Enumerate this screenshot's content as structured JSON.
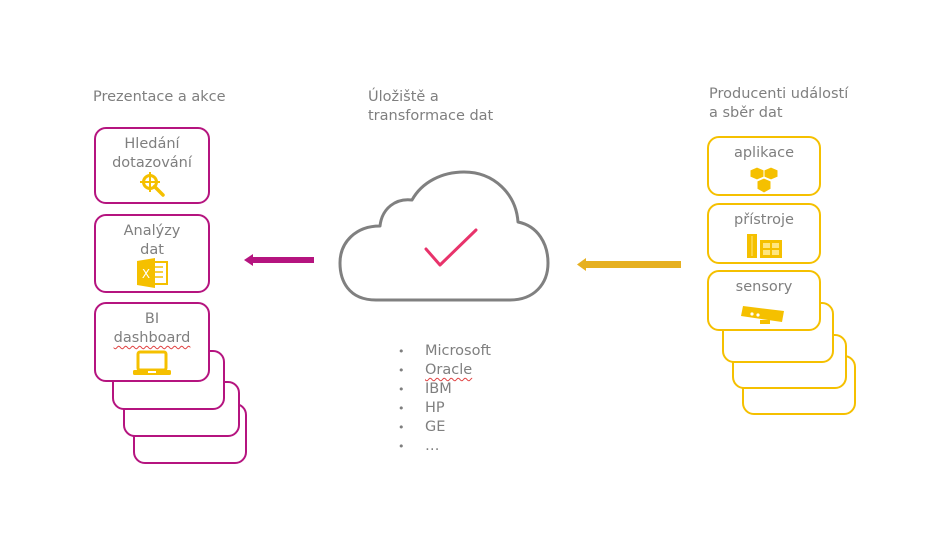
{
  "columns": {
    "left": {
      "title": "Prezentace a akce",
      "cards": [
        {
          "label_line1": "Hledání",
          "label_line2": "dotazování",
          "icon": "search-target-icon"
        },
        {
          "label_line1": "Analýzy",
          "label_line2": "dat",
          "icon": "excel-icon"
        },
        {
          "label_line1": "BI",
          "label_line2": "dashboard",
          "icon": "laptop-icon"
        }
      ],
      "color": "#b5147f"
    },
    "center": {
      "title_line1": "Úložiště a",
      "title_line2": "transformace dat",
      "icon": "cloud-check-icon",
      "vendors": [
        "Microsoft",
        "Oracle",
        "IBM",
        "HP",
        "GE",
        "…"
      ],
      "check_color": "#e8336b"
    },
    "right": {
      "title_line1": "Producenti událostí",
      "title_line2": "a sběr dat",
      "cards": [
        {
          "label": "aplikace",
          "icon": "cubes-icon"
        },
        {
          "label": "přístroje",
          "icon": "devices-icon"
        },
        {
          "label": "sensory",
          "icon": "sensor-bar-icon"
        }
      ],
      "color": "#f5c000"
    }
  },
  "arrows": {
    "left_color": "#b5147f",
    "right_color": "#e6b020",
    "direction": "left"
  }
}
